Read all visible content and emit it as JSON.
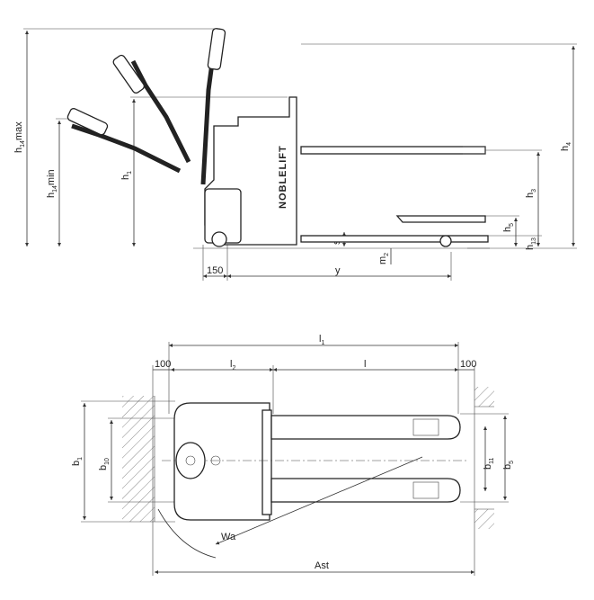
{
  "side_view": {
    "h14max": {
      "main": "h",
      "sub": "14",
      "suffix": "max"
    },
    "h14min": {
      "main": "h",
      "sub": "14",
      "suffix": "min"
    },
    "h1": {
      "main": "h",
      "sub": "1"
    },
    "h4": {
      "main": "h",
      "sub": "4"
    },
    "h3": {
      "main": "h",
      "sub": "3"
    },
    "h5": {
      "main": "h",
      "sub": "5"
    },
    "h13": {
      "main": "h",
      "sub": "13"
    },
    "s": "s",
    "m2": {
      "main": "m",
      "sub": "2"
    },
    "d150": "150",
    "y": "y",
    "brand": "NOBLELIFT"
  },
  "top_view": {
    "l1": {
      "main": "l",
      "sub": "1"
    },
    "l2": {
      "main": "l",
      "sub": "2"
    },
    "l": "l",
    "left100": "100",
    "right100": "100",
    "b1": {
      "main": "b",
      "sub": "1"
    },
    "b10": {
      "main": "b",
      "sub": "10"
    },
    "b11": {
      "main": "b",
      "sub": "11"
    },
    "b5": {
      "main": "b",
      "sub": "5"
    },
    "wa": "Wa",
    "ast": "Ast"
  }
}
